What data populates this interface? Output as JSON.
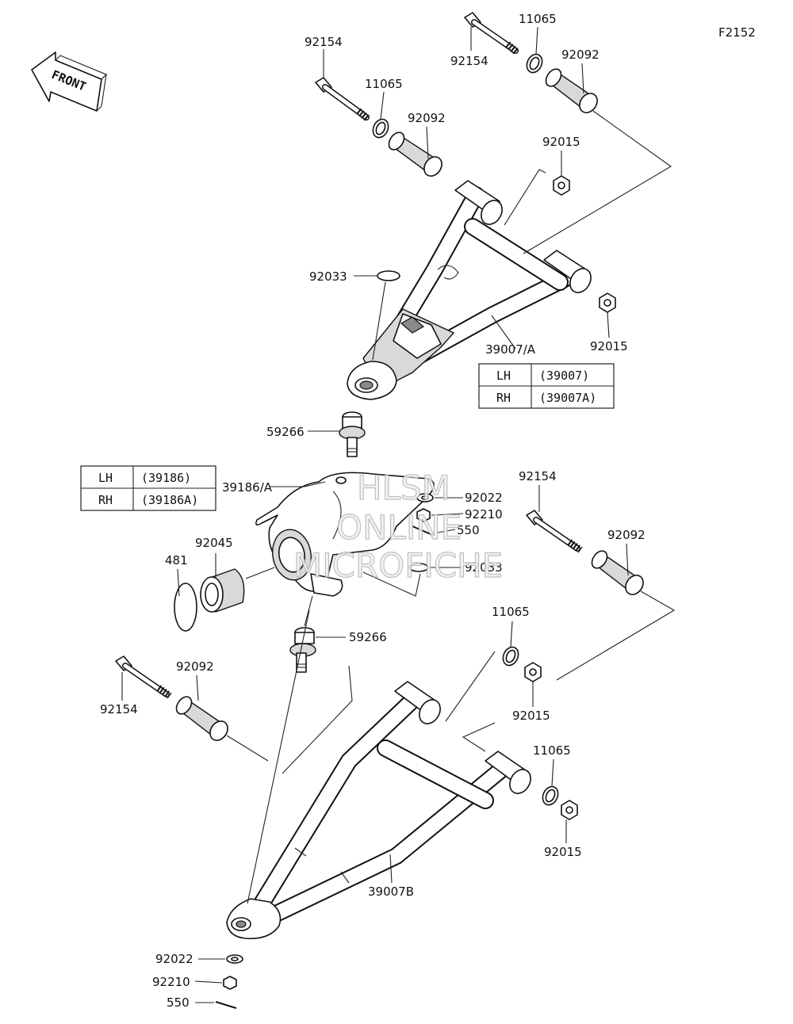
{
  "figure_code": "F2152",
  "front_arrow_label": "FRONT",
  "watermark": {
    "line1": "HLSM",
    "line2": "ONLINE",
    "line3": "MICROFICHE"
  },
  "callouts": {
    "c01": "92154",
    "c02": "11065",
    "c03": "92092",
    "c04": "92154",
    "c05": "11065",
    "c06": "92092",
    "c07": "92015",
    "c08": "92033",
    "c09": "92015",
    "c10": "39007/A",
    "c11": "59266",
    "c12": "39186/A",
    "c13": "92022",
    "c14": "92210",
    "c15": "550",
    "c16": "92033",
    "c17": "92154",
    "c18": "92092",
    "c19": "92045",
    "c20": "481",
    "c21": "59266",
    "c22": "11065",
    "c23": "92092",
    "c24": "92154",
    "c25": "92015",
    "c26": "11065",
    "c27": "92015",
    "c28": "39007B",
    "c29": "92022",
    "c30": "92210",
    "c31": "550"
  },
  "upper_arm_table": {
    "rows": [
      {
        "side": "LH",
        "part": "(39007)"
      },
      {
        "side": "RH",
        "part": "(39007A)"
      }
    ]
  },
  "knuckle_table": {
    "rows": [
      {
        "side": "LH",
        "part": "(39186)"
      },
      {
        "side": "RH",
        "part": "(39186A)"
      }
    ]
  }
}
